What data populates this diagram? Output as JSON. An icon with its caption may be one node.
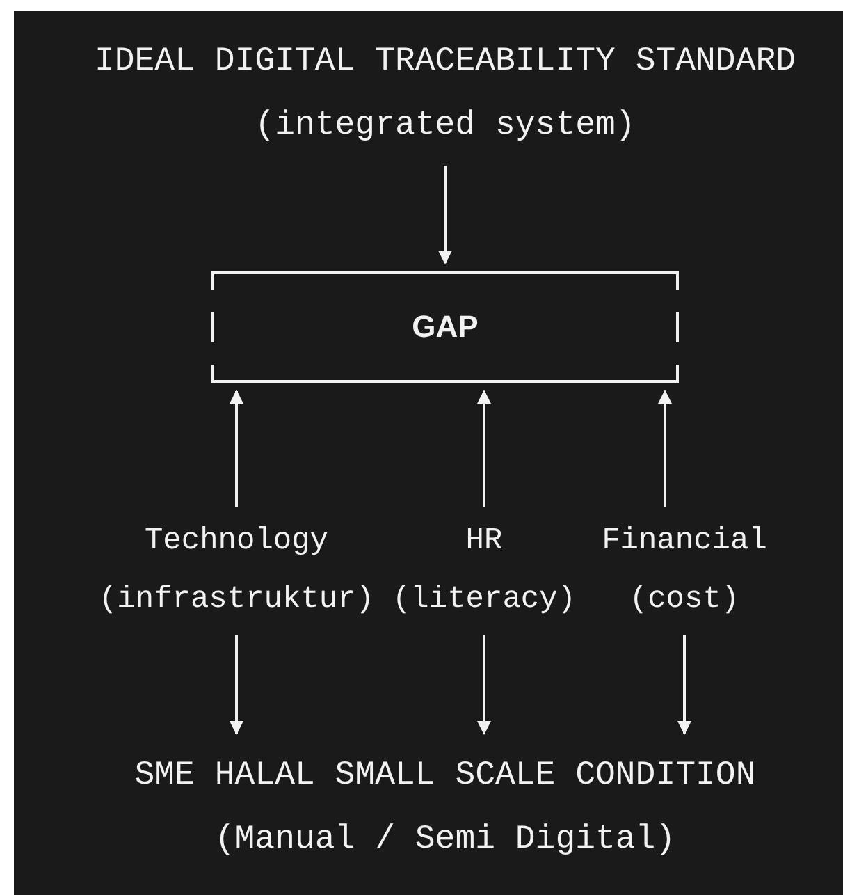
{
  "diagram": {
    "nodes": [
      {
        "text": [
          "IDEAL DIGITAL TRACEABILITY STANDARD",
          "(integrated system)"
        ]
      },
      {
        "text": [
          "GAP"
        ]
      },
      {
        "text": [
          "Technology",
          "(infrastruktur)"
        ]
      },
      {
        "text": [
          "HR",
          "(literacy)"
        ]
      },
      {
        "text": [
          "Financial",
          "(cost)"
        ]
      },
      {
        "text": [
          "SME HALAL SMALL SCALE CONDITION",
          "(Manual / Semi Digital)"
        ]
      }
    ],
    "edges": [
      {
        "from": 0,
        "to": 1,
        "arrow": "to"
      },
      {
        "from": 2,
        "to": 1,
        "arrow": "to"
      },
      {
        "from": 3,
        "to": 1,
        "arrow": "to"
      },
      {
        "from": 4,
        "to": 1,
        "arrow": "to"
      },
      {
        "from": 2,
        "to": 5,
        "arrow": "to"
      },
      {
        "from": 3,
        "to": 5,
        "arrow": "to"
      },
      {
        "from": 4,
        "to": 5,
        "arrow": "to"
      }
    ]
  }
}
